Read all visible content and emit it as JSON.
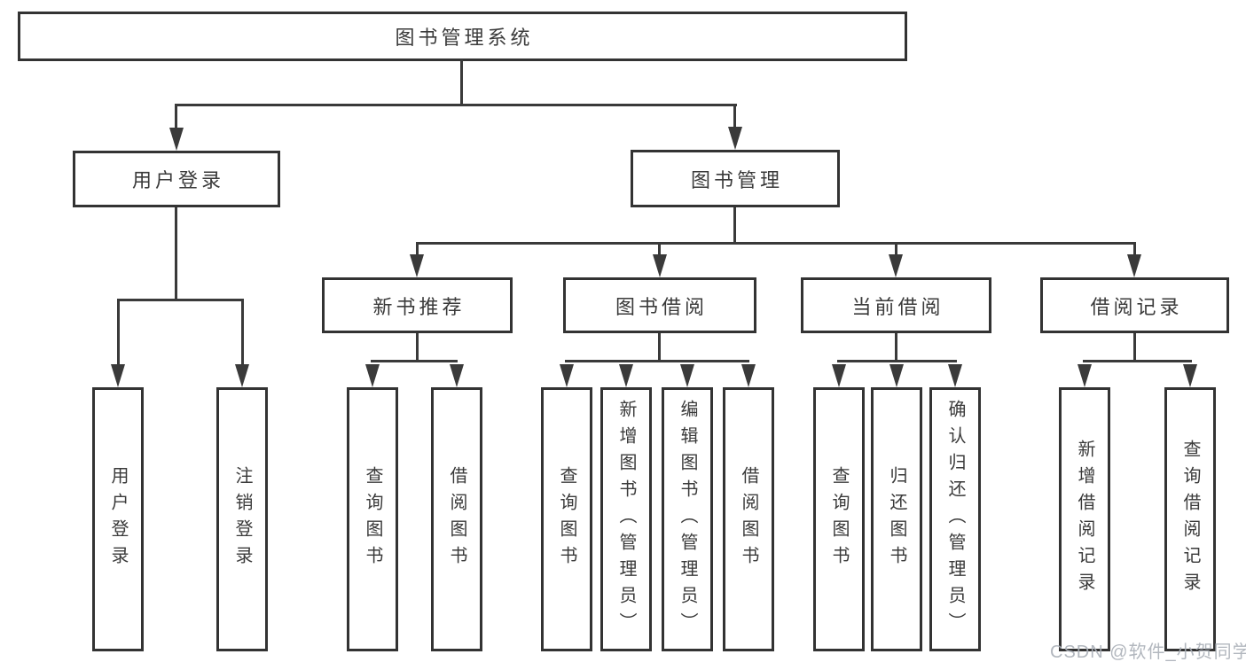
{
  "colors": {
    "background": "#ffffff",
    "line": "#3a3a3a",
    "box_border": "#333333",
    "text": "#3a3a3a",
    "watermark": "#aaafb7"
  },
  "watermark": {
    "text": "CSDN @软件_小贺同学"
  },
  "tree": {
    "root": {
      "label": "图书管理系统"
    },
    "branches": [
      {
        "label": "用户登录",
        "children": [
          {
            "label": "用户登录"
          },
          {
            "label": "注销登录"
          }
        ]
      },
      {
        "label": "图书管理",
        "children": [
          {
            "label": "新书推荐",
            "children": [
              {
                "label": "查询图书"
              },
              {
                "label": "借阅图书"
              }
            ]
          },
          {
            "label": "图书借阅",
            "children": [
              {
                "label": "查询图书"
              },
              {
                "label": "新增图书（管理员）"
              },
              {
                "label": "编辑图书（管理员）"
              },
              {
                "label": "借阅图书"
              }
            ]
          },
          {
            "label": "当前借阅",
            "children": [
              {
                "label": "查询图书"
              },
              {
                "label": "归还图书"
              },
              {
                "label": "确认归还（管理员）"
              }
            ]
          },
          {
            "label": "借阅记录",
            "children": [
              {
                "label": "新增借阅记录"
              },
              {
                "label": "查询借阅记录"
              }
            ]
          }
        ]
      }
    ]
  }
}
